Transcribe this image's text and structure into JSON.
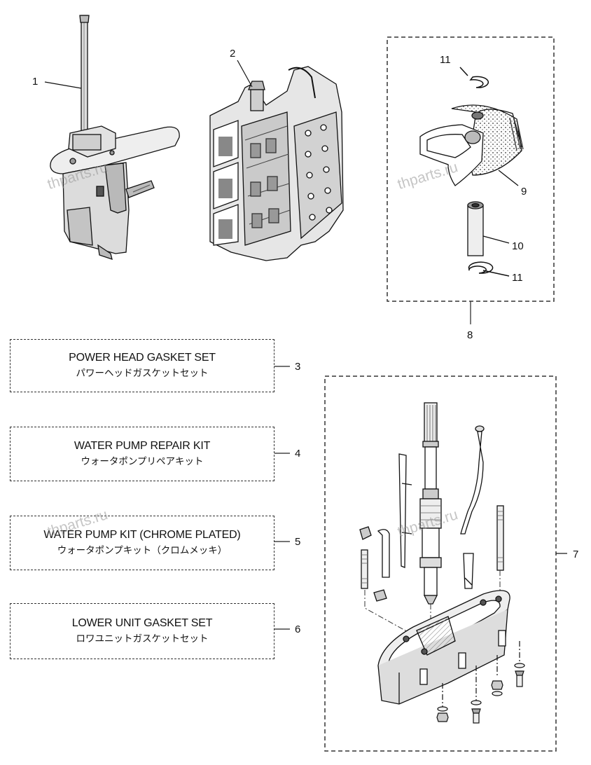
{
  "callouts": {
    "c1": "1",
    "c2": "2",
    "c3": "3",
    "c4": "4",
    "c5": "5",
    "c6": "6",
    "c7": "7",
    "c8": "8",
    "c9": "9",
    "c10": "10",
    "c11a": "11",
    "c11b": "11"
  },
  "kits": [
    {
      "en": "POWER HEAD GASKET SET",
      "jp": "パワーヘッドガスケットセット"
    },
    {
      "en": "WATER PUMP REPAIR KIT",
      "jp": "ウォータポンプリペアキット"
    },
    {
      "en": "WATER PUMP KIT (CHROME PLATED)",
      "jp": "ウォータポンプキット（クロムメッキ）"
    },
    {
      "en": "LOWER UNIT GASKET SET",
      "jp": "ロワユニットガスケットセット"
    }
  ],
  "watermarks": {
    "text": "thparts.ru"
  }
}
